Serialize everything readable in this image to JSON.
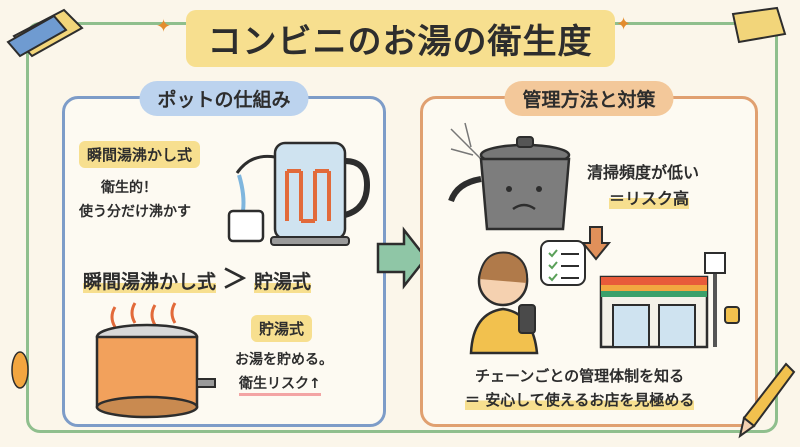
{
  "title": "コンビニのお湯の衛生度",
  "left_panel": {
    "label": "ポットの仕組み",
    "instant": {
      "tag": "瞬間湯沸かし式",
      "line1": "衛生的！",
      "line2": "使う分だけ沸かす"
    },
    "comparison": {
      "left": "瞬間湯沸かし式",
      "symbol": "＞",
      "right": "貯湯式"
    },
    "storage": {
      "tag": "貯湯式",
      "line1": "お湯を貯める。",
      "line2": "衛生リスク↑"
    }
  },
  "right_panel": {
    "label": "管理方法と対策",
    "risk_line1": "清掃頻度が低い",
    "risk_line2": "＝リスク高",
    "conclusion_line1": "チェーンごとの管理体制を知る",
    "conclusion_line2": "＝ 安心して使えるお店を見極める"
  },
  "colors": {
    "frame": "#8fbf8d",
    "left_panel": "#7d9cc8",
    "right_panel": "#e0a070",
    "highlight": "#f7df8f",
    "arrow": "#8fc6a6"
  }
}
